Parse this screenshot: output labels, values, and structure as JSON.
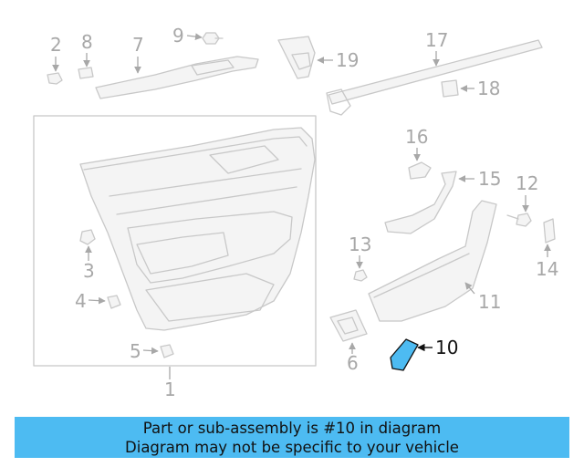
{
  "callouts": {
    "c1": "1",
    "c2": "2",
    "c3": "3",
    "c4": "4",
    "c5": "5",
    "c6": "6",
    "c7": "7",
    "c8": "8",
    "c9": "9",
    "c10": "10",
    "c11": "11",
    "c12": "12",
    "c13": "13",
    "c14": "14",
    "c15": "15",
    "c16": "16",
    "c17": "17",
    "c18": "18",
    "c19": "19"
  },
  "highlight": {
    "part": "10",
    "color": "#4dbbf2"
  },
  "caption": {
    "line1": "Part or sub-assembly is #10 in diagram",
    "line2": "Diagram may not be specific to your vehicle",
    "background": "#4dbbf2"
  }
}
